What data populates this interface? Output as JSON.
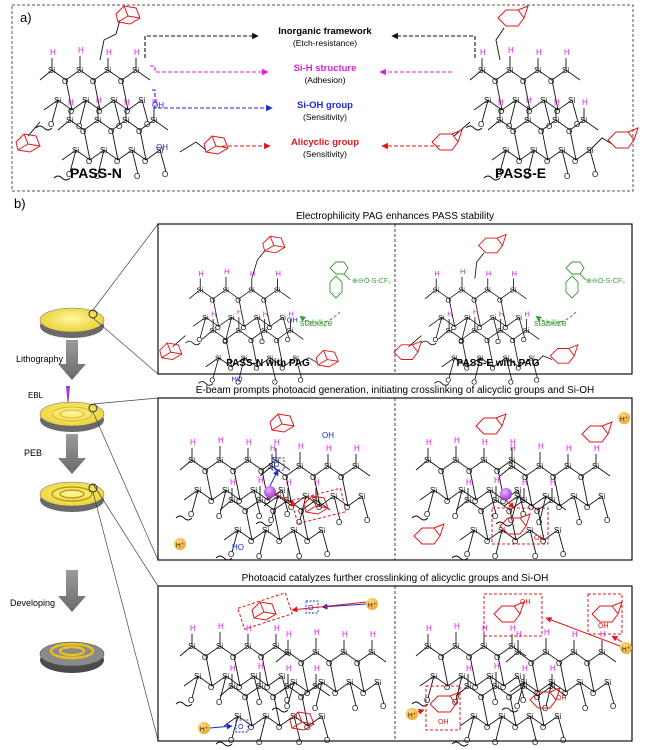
{
  "panel_a": {
    "label": "a)",
    "features": [
      {
        "title": "Inorganic framework",
        "sub": "(Etch-resistance)",
        "color": "#111111"
      },
      {
        "title": "Si-H structure",
        "sub": "(Adhesion)",
        "color": "#e020e0"
      },
      {
        "title": "Si-OH group",
        "sub": "(Sensitivity)",
        "color": "#1a2ad8"
      },
      {
        "title": "Alicyclic group",
        "sub": "(Sensitivity)",
        "color": "#e01818"
      }
    ],
    "names": {
      "left": "PASS-N",
      "right": "PASS-E"
    }
  },
  "panel_b": {
    "label": "b)",
    "steps": {
      "lithography": "Lithography",
      "ebl": "EBL",
      "peb": "PEB",
      "developing": "Developing"
    },
    "headers": [
      "Electrophilicity PAG enhances PASS stability",
      "E-beam prompts photoacid generation, initiating crosslinking of alicyclic groups and Si-OH",
      "Photoacid catalyzes further crosslinking of alicyclic groups and Si-OH"
    ],
    "pag_labels": {
      "left": "PASS-N with PAG",
      "right": "PASS-E with PAG"
    },
    "stabilize": "stabilize",
    "chem": {
      "si": "Si",
      "o": "O",
      "h": "H",
      "oh": "OH",
      "ho": "HO",
      "hplus": "H⁺",
      "cf3": "O-S-CF₃",
      "charges": "⊕⊖"
    }
  },
  "colors": {
    "magenta": "#e020e0",
    "blue": "#1a2ad8",
    "red": "#e01818",
    "green": "#3a9a3a",
    "yellow": "#f2dc3a",
    "orange": "#f5a623",
    "purple": "#a23ad6"
  }
}
